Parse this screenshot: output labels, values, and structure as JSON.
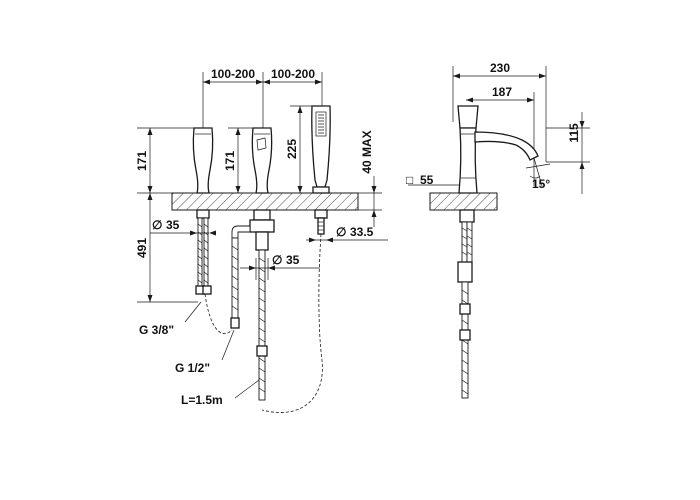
{
  "front_view": {
    "spacing_left": "100-200",
    "spacing_right": "100-200",
    "height_left": "171",
    "height_middle": "171",
    "height_shower": "225",
    "deck_thickness": "40 MAX",
    "depth_below": "491",
    "hole_left": "35",
    "hole_middle": "35",
    "hole_shower": "33.5",
    "thread_small": "G 3/8\"",
    "thread_large": "G 1/2\"",
    "hose_length": "L=1.5m"
  },
  "side_view": {
    "total_projection": "230",
    "spout_reach": "187",
    "spout_height": "115",
    "base_square": "55",
    "spout_angle": "15°"
  },
  "symbols": {
    "diameter": "∅",
    "square": "□"
  }
}
